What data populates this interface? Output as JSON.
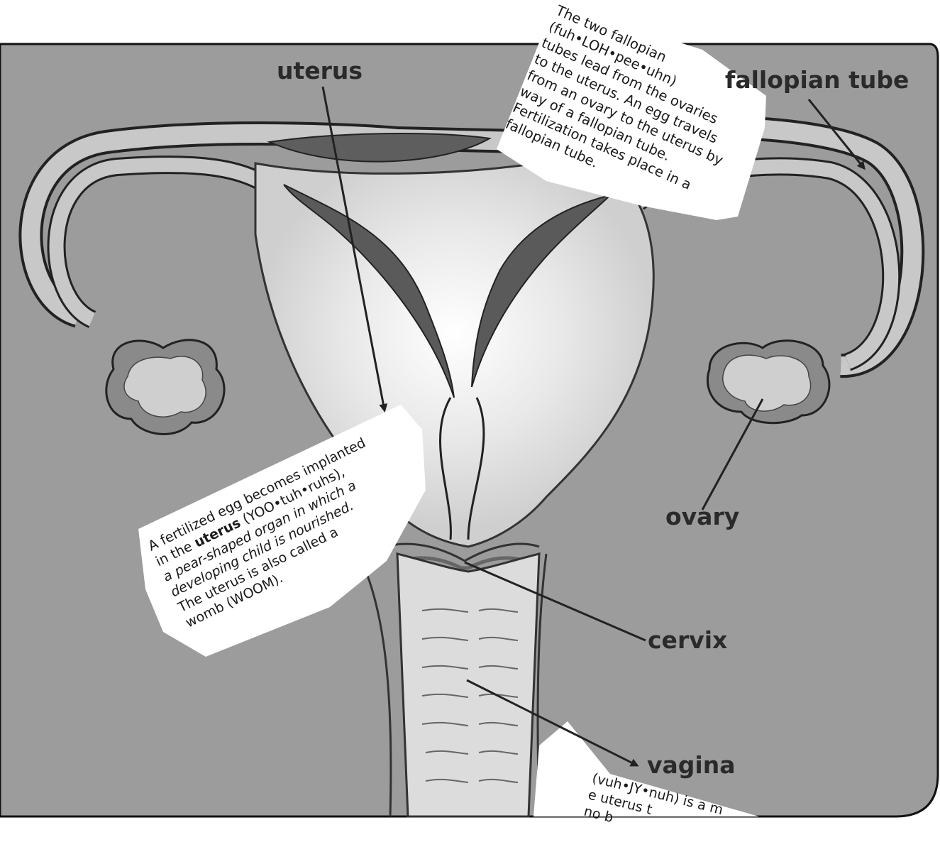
{
  "labels": {
    "uterus": "uterus",
    "fallopian_tube": "fallopian tube",
    "ovary": "ovary",
    "cervix": "cervix",
    "vagina": "vagina"
  },
  "notes": {
    "fallopian": [
      "The two fallopian",
      "(fuh•LOH•pee•uhn)",
      "tubes lead from the ovaries",
      "to the uterus. An egg travels",
      "from an ovary to the uterus by",
      "way of a fallopian tube.",
      "Fertilization takes place in a",
      "fallopian tube."
    ],
    "uterus": {
      "line1": "A fertilized egg becomes implanted",
      "line2_pre": "in the ",
      "line2_bold": "uterus",
      "line2_post": " (YOO•tuh•ruhs),",
      "line3": "a pear-shaped organ in which a",
      "line4": "developing child is nourished.",
      "line5": "The uterus is also called a",
      "line6": "womb (WOOM)."
    },
    "vagina_partial": [
      "(vuh•JY•nuh) is a m",
      "e uterus t",
      "no b"
    ]
  },
  "colors": {
    "background": "#9a9a9a",
    "tissue": "#cfcfcf",
    "lining": "#5a5a5a",
    "outline": "#2a2a2a"
  }
}
